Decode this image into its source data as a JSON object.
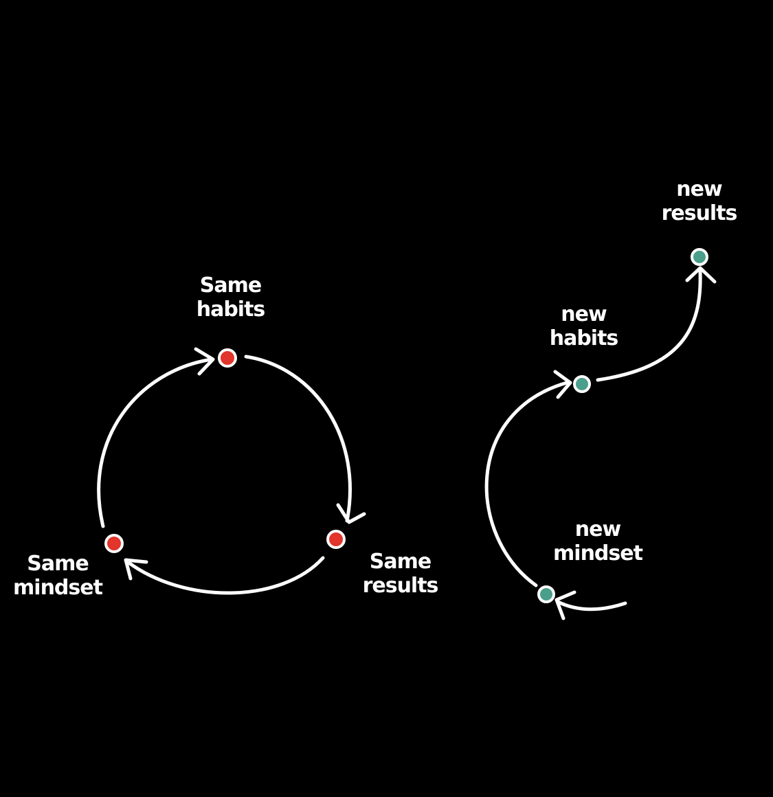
{
  "background_color": "#000000",
  "stroke_color": "#ffffff",
  "old_cycle": {
    "node_color": "#e2352b",
    "habits": {
      "line1": "Same",
      "line2": "habits"
    },
    "results": {
      "line1": "Same",
      "line2": "results"
    },
    "mindset": {
      "line1": "Same",
      "line2": "mindset"
    }
  },
  "new_path": {
    "node_color": "#4a9e8c",
    "results": {
      "line1": "new",
      "line2": "results"
    },
    "habits": {
      "line1": "new",
      "line2": "habits"
    },
    "mindset": {
      "line1": "new",
      "line2": "mindset"
    }
  }
}
